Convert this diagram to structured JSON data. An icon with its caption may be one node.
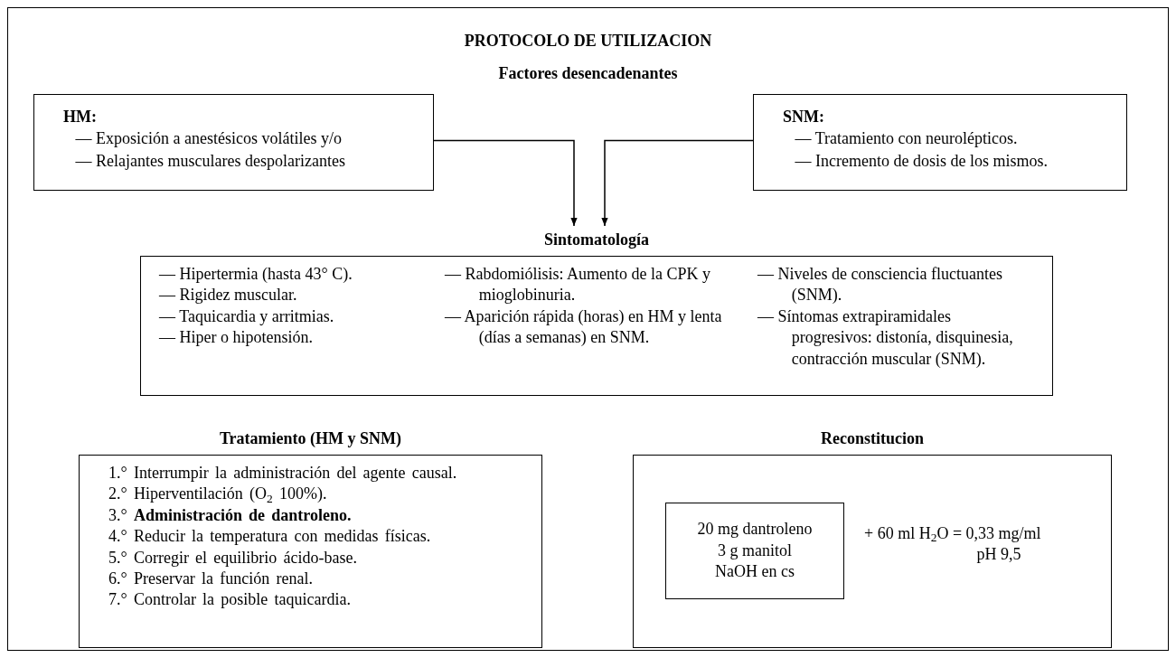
{
  "diagram": {
    "title": "PROTOCOLO DE UTILIZACION",
    "nodes": [
      {
        "text": [
          "HM:",
          "— Exposición a anestésicos volátiles y/o",
          "— Relajantes musculares despolarizantes"
        ]
      },
      {
        "text": [
          "SNM:",
          "— Tratamiento con neurolépticos.",
          "— Incremento de dosis de los mismos."
        ]
      },
      {
        "text": [
          "Sintomatología",
          "— Hipertermia (hasta 43° C).",
          "— Rigidez muscular.",
          "— Taquicardia y arritmias.",
          "— Hiper o hipotensión.",
          "— Rabdomiólisis: Aumento de la CPK y mioglobinuria.",
          "— Aparición rápida (horas) en HM y lenta (días a semanas) en SNM.",
          "— Niveles de consciencia fluctuantes (SNM).",
          "— Síntomas extrapiramidales progresivos: distonía, disquinesia, contracción muscular (SNM)."
        ]
      },
      {
        "text": [
          "Tratamiento (HM y SNM)",
          "1.° Interrumpir la administración del agente causal.",
          "2.° Hiperventilación (O$_{2}$ 100%).",
          "3.° **Administración de dantroleno.**",
          "4.° Reducir la temperatura con medidas físicas.",
          "5.° Corregir el equilibrio ácido-base.",
          "6.° Preservar la función renal.",
          "7.° Controlar la posible taquicardia."
        ]
      },
      {
        "text": [
          "Reconstitucion",
          "+ 60 ml H$_{2}$O = 0,33 mg/ml",
          "pH 9,5"
        ]
      },
      {
        "text": [
          "20 mg dantroleno",
          "3 g manitol",
          "NaOH en cs"
        ],
        "in": 4
      }
    ],
    "edges": [
      {
        "from": 0,
        "to": 2,
        "arrow": "to"
      },
      {
        "from": 1,
        "to": 2,
        "arrow": "to"
      }
    ],
    "labels": [
      "Factores desencadenantes"
    ]
  }
}
